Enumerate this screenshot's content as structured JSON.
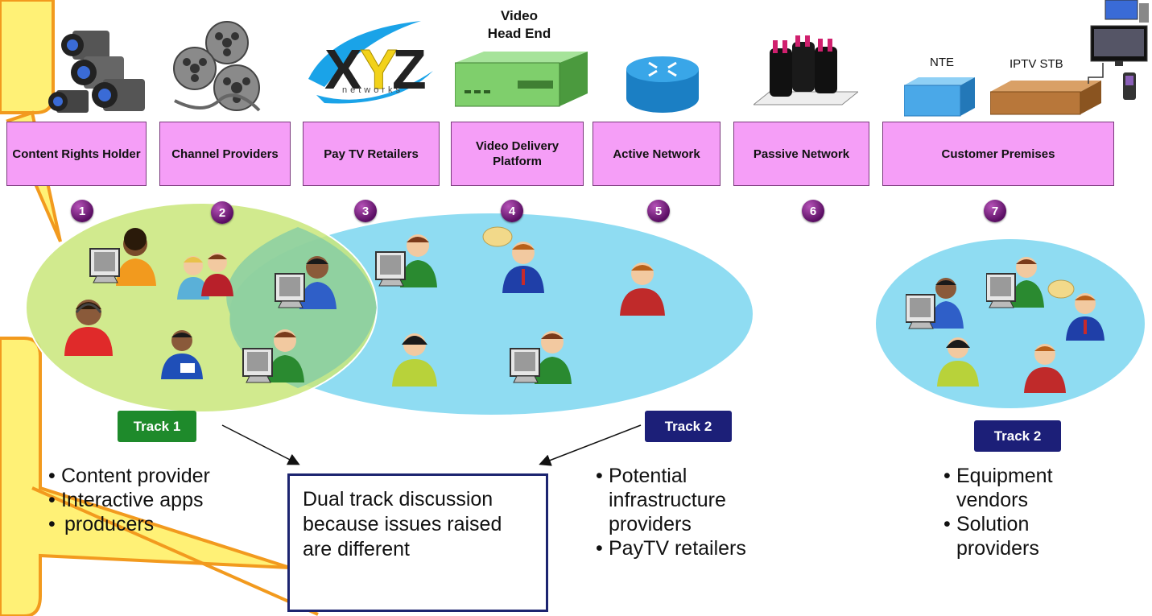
{
  "header": {
    "video_head_end": "Video\nHead End",
    "logo_text": "networks",
    "nte_label": "NTE",
    "iptv_label": "IPTV STB"
  },
  "stages": [
    {
      "label": "Content Rights Holder",
      "number": "1"
    },
    {
      "label": "Channel Providers",
      "number": "2"
    },
    {
      "label": "Pay TV Retailers",
      "number": "3"
    },
    {
      "label": "Video Delivery Platform",
      "number": "4"
    },
    {
      "label": "Active Network",
      "number": "5"
    },
    {
      "label": "Passive Network",
      "number": "6"
    },
    {
      "label": "Customer Premises",
      "number": "7"
    }
  ],
  "tracks": {
    "track1": "Track 1",
    "track2a": "Track 2",
    "track2b": "Track 2"
  },
  "groups": {
    "track1_items": [
      "Content provider",
      "Interactive apps",
      "producers"
    ],
    "track2_items": [
      "Potential",
      "infrastructure",
      "providers",
      "PayTV retailers"
    ],
    "track2b_items": [
      "Equipment",
      "vendors",
      "Solution",
      "providers"
    ]
  },
  "center_note": "Dual track discussion because issues raised are different",
  "colors": {
    "stage_fill": "#f59ef7",
    "track1": "#1e8a2b",
    "track2": "#1c1f78",
    "green_ellipse": "#c9e67a",
    "blue_ellipse": "#8fdcf2",
    "callout": "#fff176"
  }
}
